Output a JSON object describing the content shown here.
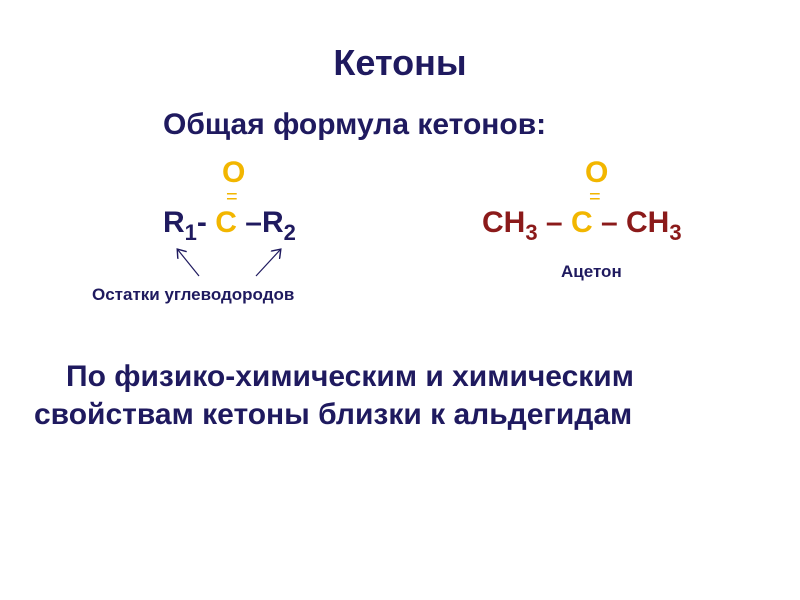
{
  "slide": {
    "title": "Кетоны",
    "subtitle": "Общая формула кетонов:",
    "general_formula": {
      "oxygen": "O",
      "double_bond": "=",
      "r1": "R",
      "r1_sub": "1",
      "dash1": "- ",
      "carbon": "C",
      "dash2": " –R",
      "r2_sub": "2",
      "caption": "Остатки углеводородов"
    },
    "acetone_formula": {
      "oxygen": "O",
      "double_bond": "=",
      "left": "CH",
      "left_sub": "3",
      "dash1": " – ",
      "carbon": "C",
      "dash2": " – CH",
      "right_sub": "3",
      "caption": "Ацетон"
    },
    "paragraph": {
      "line1": "По физико-химическим и химическим",
      "line2": "свойствам кетоны близки к альдегидам"
    },
    "colors": {
      "text_navy": "#1f1a5f",
      "formula_maroon": "#8b1a1a",
      "carbonyl_gold": "#f2b600"
    }
  }
}
